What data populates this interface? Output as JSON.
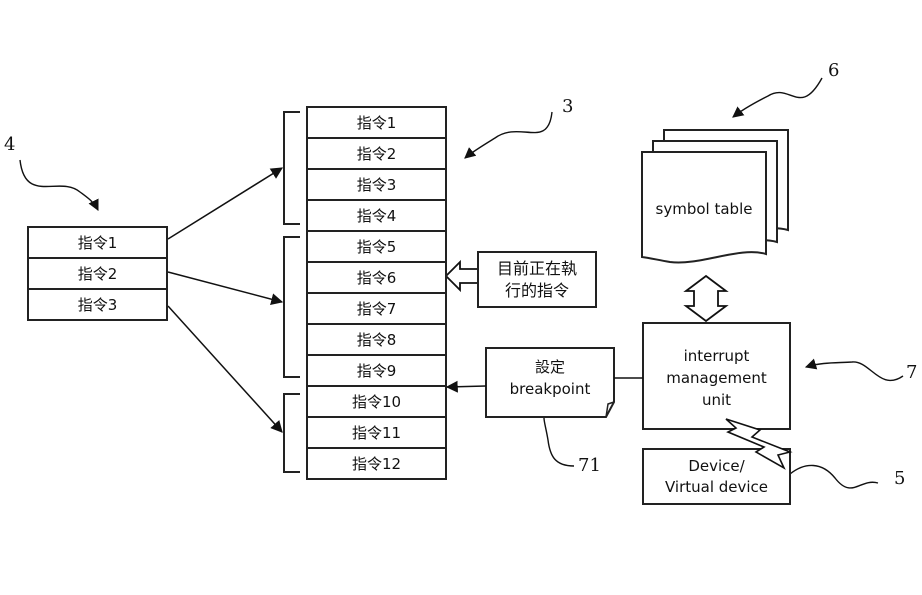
{
  "left_stack": [
    "指令1",
    "指令2",
    "指令3"
  ],
  "main_stack": [
    "指令1",
    "指令2",
    "指令3",
    "指令4",
    "指令5",
    "指令6",
    "指令7",
    "指令8",
    "指令9",
    "指令10",
    "指令11",
    "指令12"
  ],
  "current_instruction_label": [
    "目前正在執",
    "行的指令"
  ],
  "symbol_table_label": "symbol table",
  "interrupt_unit_label": [
    "interrupt",
    "management",
    "unit"
  ],
  "breakpoint_label": [
    "設定",
    "breakpoint"
  ],
  "device_label": [
    "Device/",
    "Virtual device"
  ],
  "refs": {
    "left_stack": "4",
    "main_stack": "3",
    "symbol_table": "6",
    "interrupt_unit": "7",
    "device": "5",
    "breakpoint": "71"
  }
}
